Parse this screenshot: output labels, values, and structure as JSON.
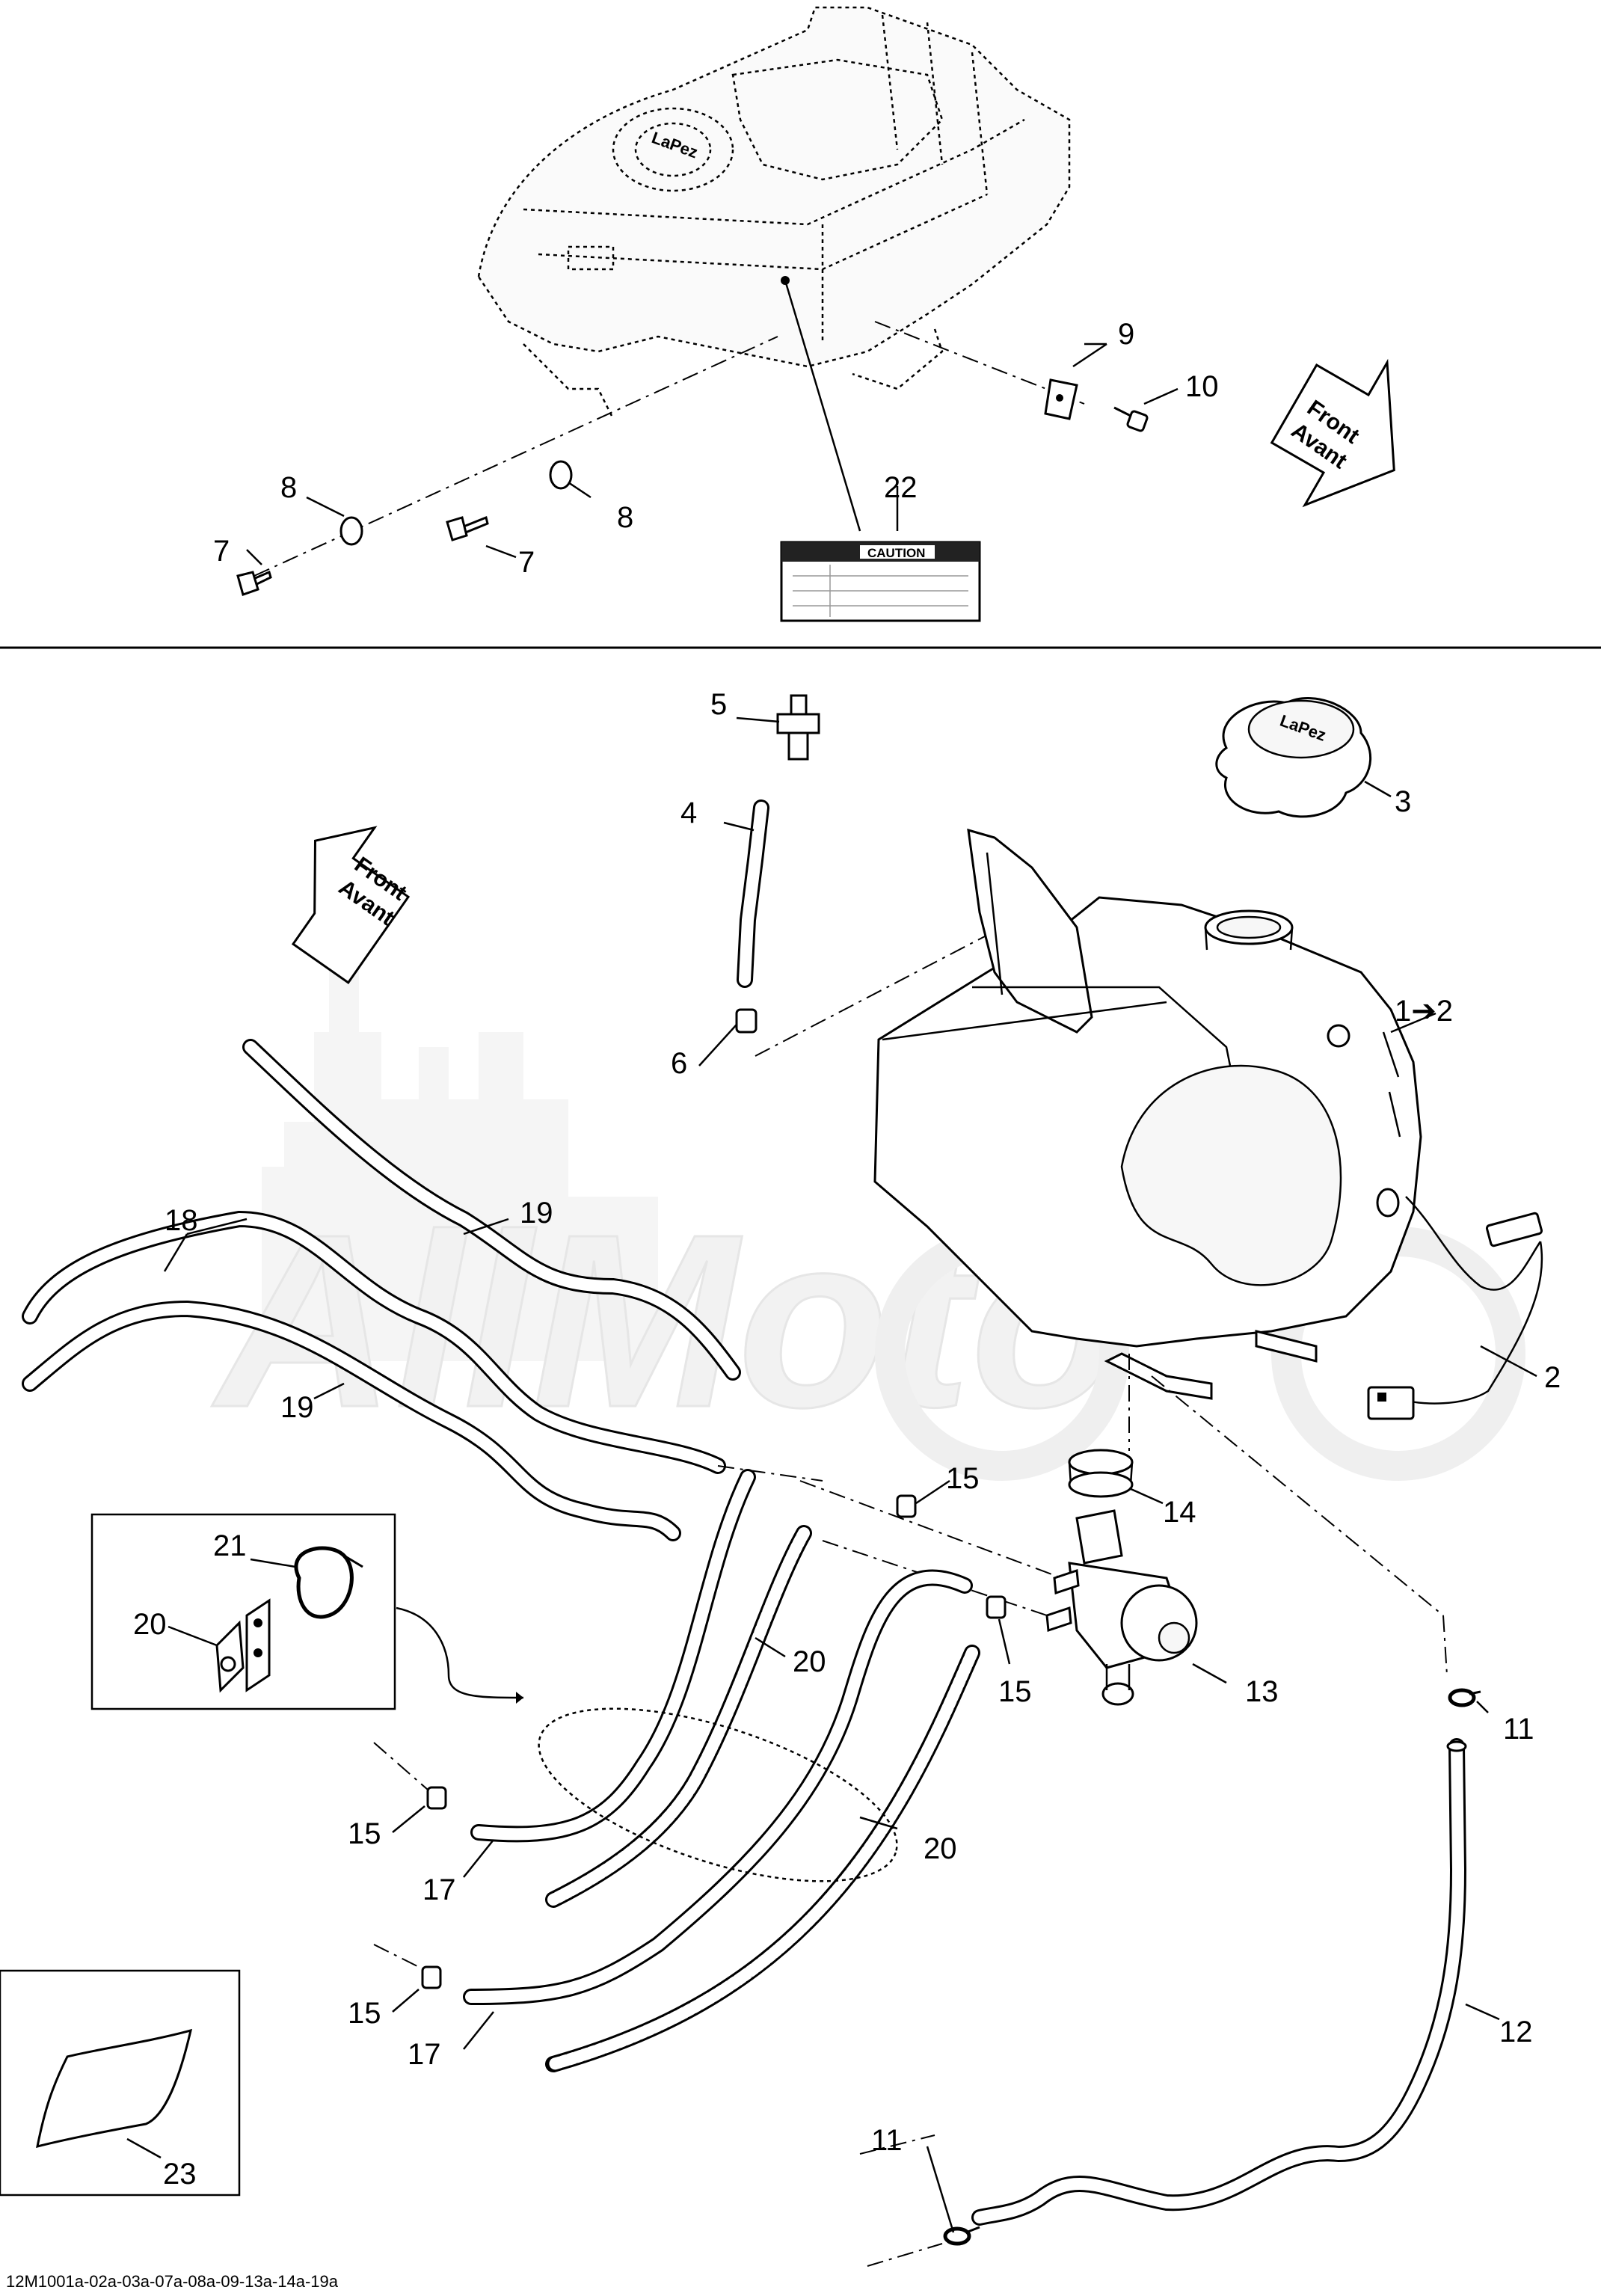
{
  "diagram": {
    "callouts": [
      "1➔2",
      "2",
      "3",
      "4",
      "5",
      "6",
      "7",
      "7",
      "8",
      "8",
      "9",
      "10",
      "11",
      "11",
      "12",
      "13",
      "14",
      "15",
      "15",
      "15",
      "15",
      "17",
      "17",
      "18",
      "19",
      "19",
      "20",
      "20",
      "20",
      "21",
      "22",
      "23"
    ],
    "labels": {
      "front_top": [
        "Front",
        "Avant"
      ],
      "front_mid": [
        "Front",
        "Avant"
      ],
      "caution": "CAUTION",
      "cap_top": "LaPez",
      "cap_mid": "LaPez",
      "watermark": "AllMoto"
    },
    "caption": "12M1001a-02a-03a-07a-08a-09-13a-14a-19a"
  }
}
